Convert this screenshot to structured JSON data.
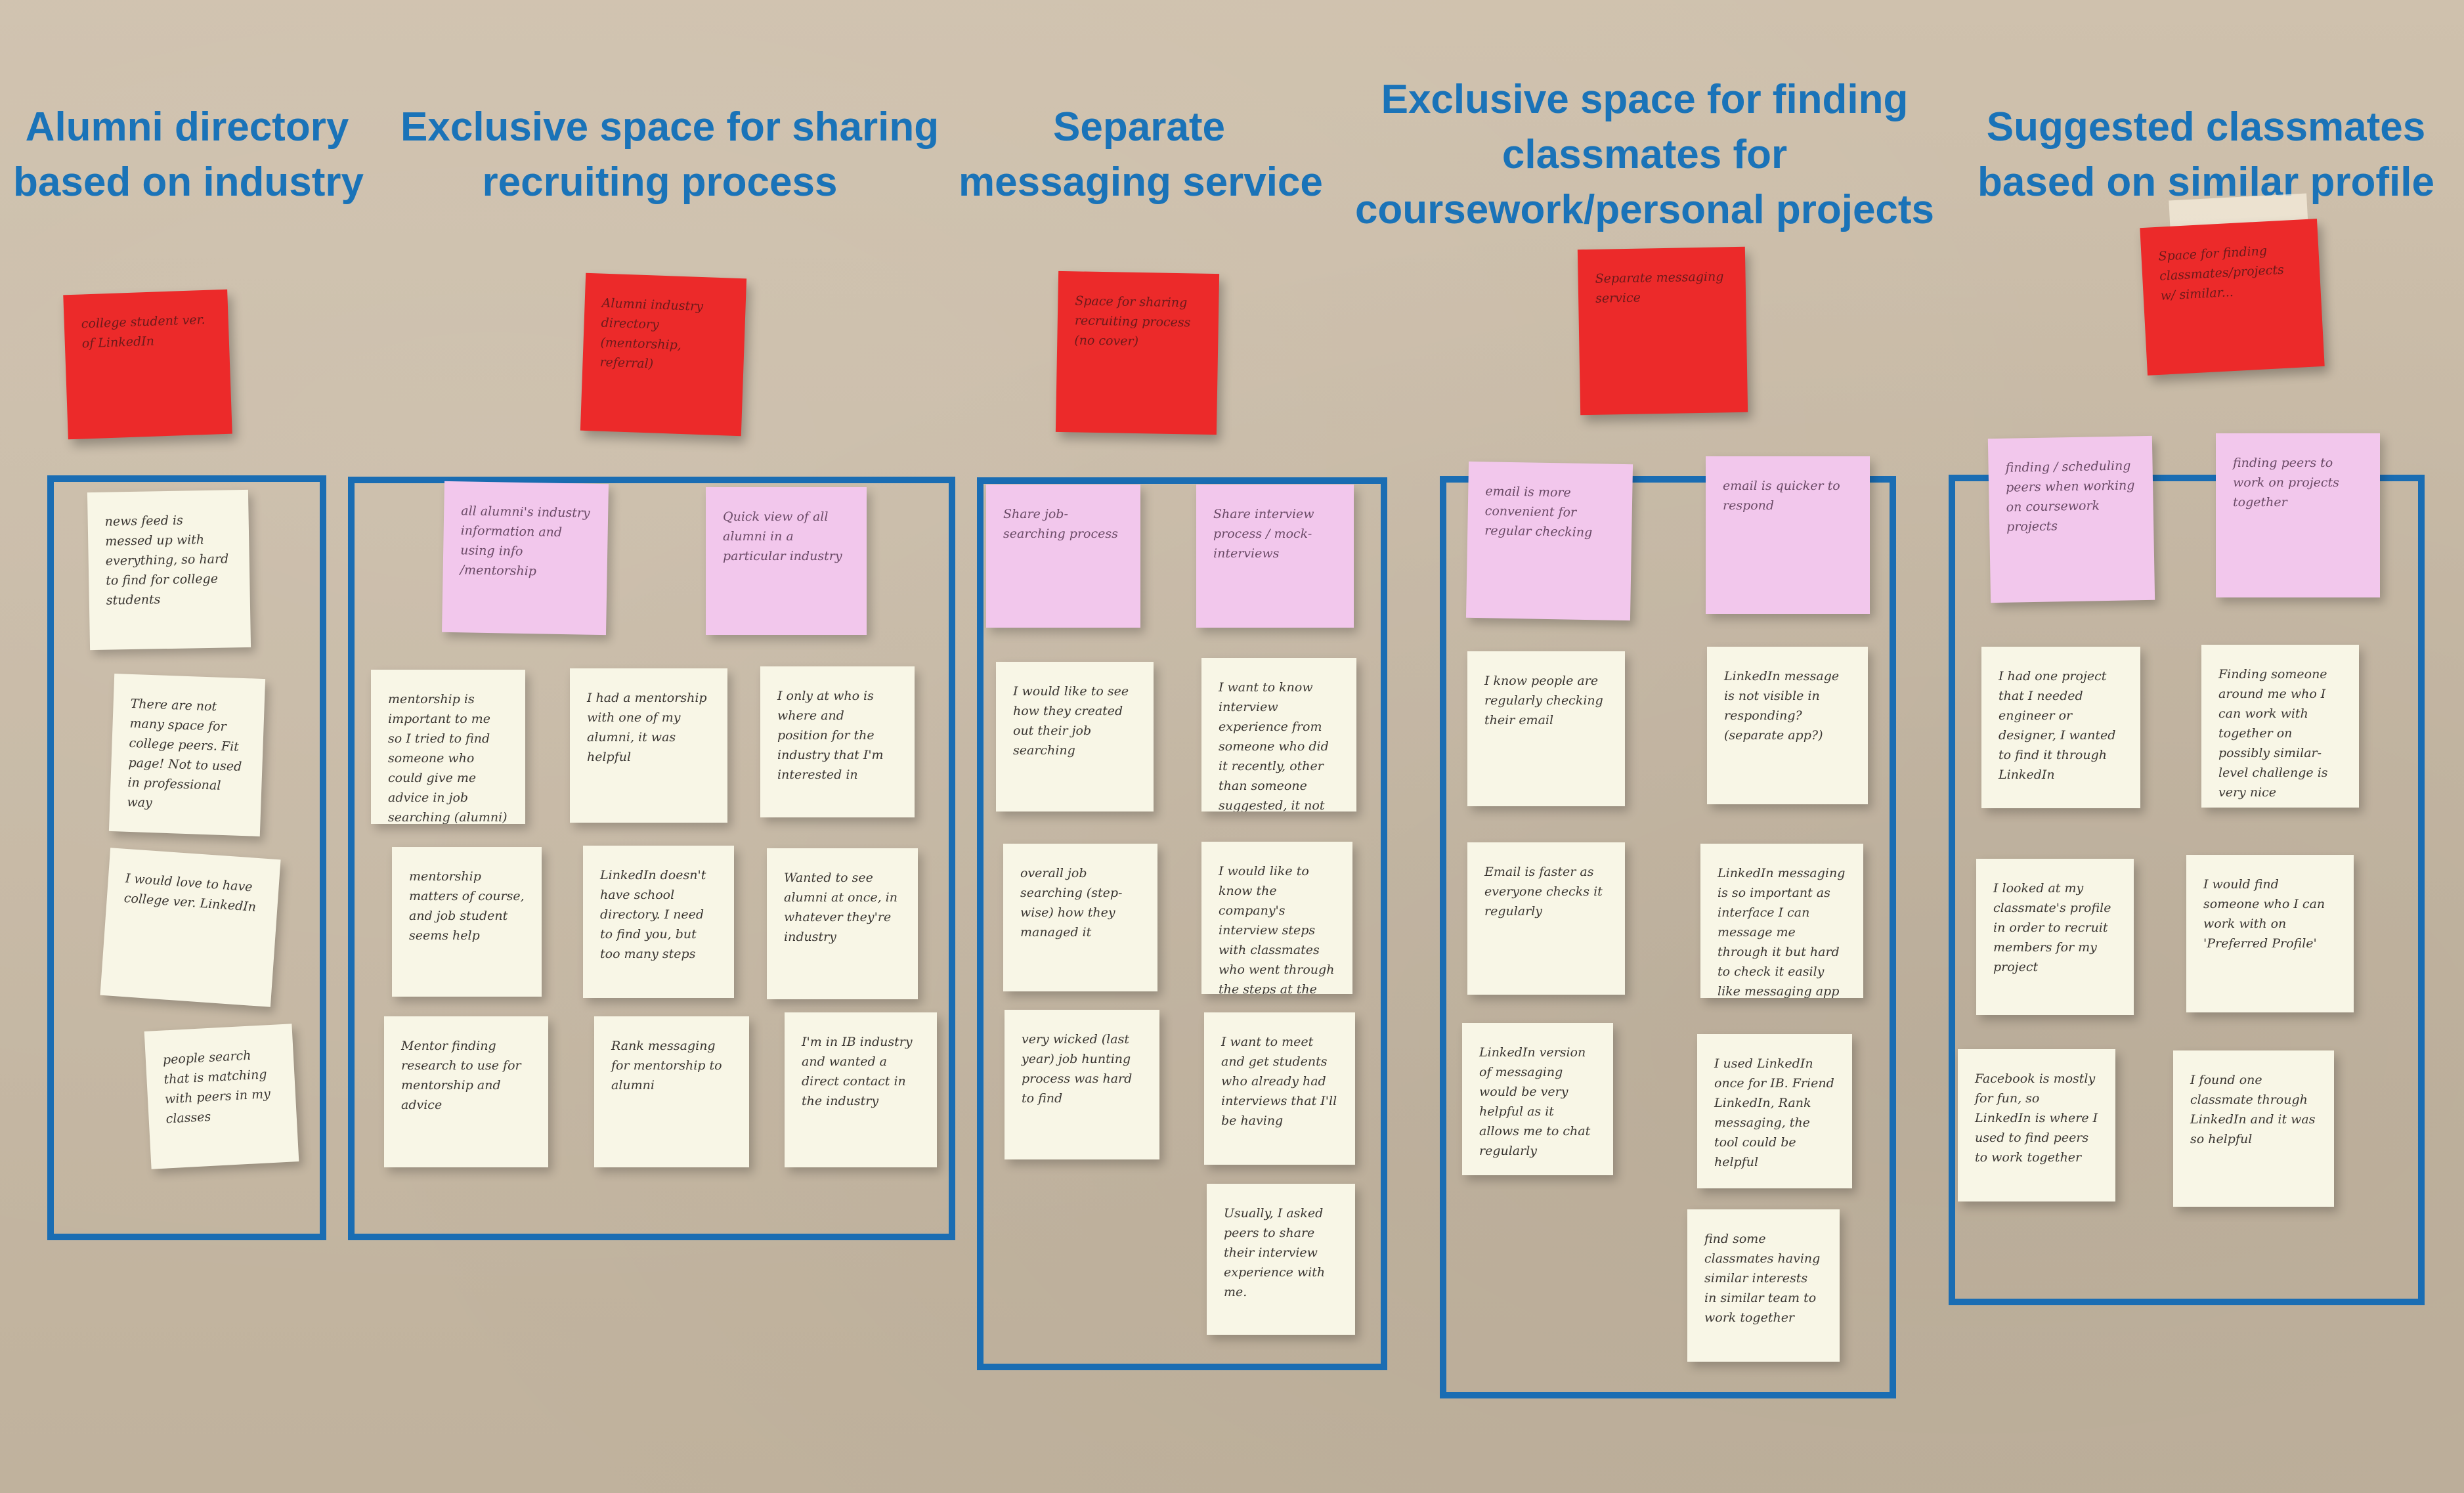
{
  "headings": {
    "col1": [
      "Alumni directory",
      "based on industry"
    ],
    "col2": [
      "Exclusive space for sharing",
      "recruiting process"
    ],
    "col3": [
      "Separate",
      "messaging service"
    ],
    "col4": [
      "Exclusive space for finding",
      "classmates for",
      "coursework/personal projects"
    ],
    "col5": [
      "Suggested classmates",
      "based on similar profile"
    ]
  },
  "red_notes": [
    "college student ver. of LinkedIn",
    "Alumni industry directory (mentorship, referral)",
    "Space for sharing recruiting process (no cover)",
    "Separate messaging service",
    "Space for finding classmates/projects w/ similar..."
  ],
  "pink_notes": [
    "all alumni's industry information and using info /mentorship",
    "Quick view of all alumni in a particular industry",
    "Share job-searching process",
    "Share interview process / mock-interviews",
    "email is more convenient for regular checking",
    "email is quicker to respond",
    "finding / scheduling peers when working on coursework projects",
    "finding peers to work on projects together"
  ],
  "cream_notes": {
    "col1": [
      "news feed is messed up with everything, so hard to find for college students",
      "There are not many space for college peers. Fit page! Not to used in professional way",
      "I would love to have college ver. LinkedIn",
      "people search that is matching with peers in my classes"
    ],
    "col2": [
      "mentorship is important to me so I tried to find someone who could give me advice in job searching (alumni)",
      "I had a mentorship with one of my alumni, it was helpful",
      "I only at who is where and position for the industry that I'm interested in",
      "mentorship matters of course, and job student seems help",
      "LinkedIn doesn't have school directory. I need to find you, but too many steps",
      "Wanted to see alumni at once, in whatever they're industry",
      "Mentor finding research to use for mentorship and advice",
      "Rank messaging for mentorship to alumni",
      "I'm in IB industry and wanted a direct contact in the industry"
    ],
    "col3": [
      "I would like to see how they created out their job searching",
      "overall job searching (step-wise) how they managed it",
      "very wicked (last year) job hunting process was hard to find",
      "I want to know interview experience from someone who did it recently, other than someone suggested, it not reliable",
      "I would like to know the company's interview steps with classmates who went through the steps at the stage?",
      "I want to meet and get students who already had interviews that I'll be having",
      "Usually, I asked peers to share their interview experience with me."
    ],
    "col4": [
      "I know people are regularly checking their email",
      "LinkedIn message is not visible in responding? (separate app?)",
      "Email is faster as everyone checks it regularly",
      "LinkedIn messaging is so important as interface I can message me through it but hard to check it easily like messaging app",
      "LinkedIn version of messaging would be very helpful as it allows me to chat regularly",
      "I used LinkedIn once for IB. Friend LinkedIn, Rank messaging, the tool could be helpful",
      "find some classmates having similar interests in similar team to work together"
    ],
    "col5": [
      "I had one project that I needed engineer or designer, I wanted to find it through LinkedIn",
      "Finding someone around me who I can work with together on possibly similar-level challenge is very nice",
      "I looked at my classmate's profile in order to recruit members for my project",
      "I would find someone who I can work with on 'Preferred Profile'",
      "Facebook is mostly for fun, so LinkedIn is where I used to find peers to work together",
      "I found one classmate through LinkedIn and it was so helpful"
    ]
  },
  "colors": {
    "heading": "#1a73b8",
    "box_border": "#1a6db3",
    "red_note": "#ec2a2a",
    "pink_note": "#f2c7ec",
    "cream_note": "#f8f6e6",
    "wall": "#c8baa6"
  }
}
